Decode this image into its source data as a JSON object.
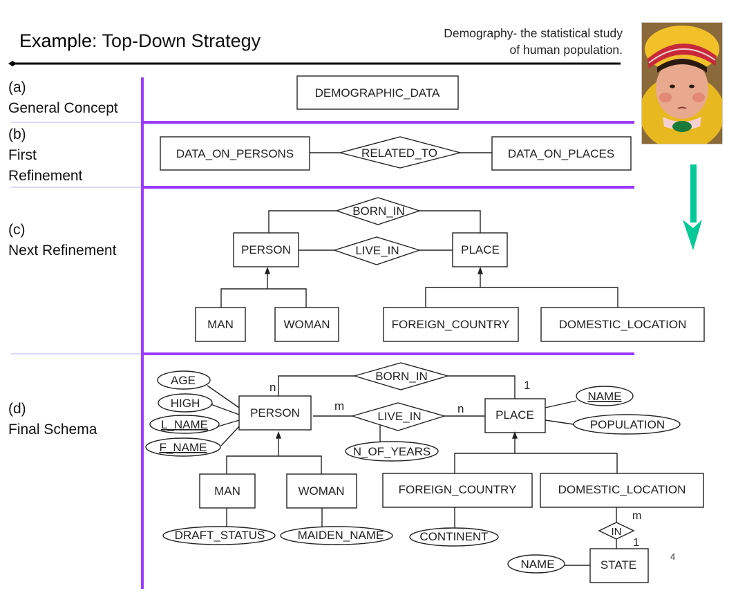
{
  "slide": {
    "title_bold": "Example",
    "title_rest": ": Top-Down Strategy",
    "definition_line1": "Demography-  the statistical study",
    "definition_line2": "of human population.",
    "page_number": "4",
    "photo_alt": "photo of a baby in a yellow hooded jacket with a red-striped cap"
  },
  "colors": {
    "stage_divider": "#9b3bff",
    "flow_arrow": "#00c896",
    "line": "#222222"
  },
  "stages": [
    {
      "tag": "(a)",
      "name": "General Concept"
    },
    {
      "tag": "(b)",
      "name_line1": "First",
      "name_line2": "Refinement"
    },
    {
      "tag": "(c)",
      "name": "Next Refinement"
    },
    {
      "tag": "(d)",
      "name": "Final Schema"
    }
  ],
  "stage_a": {
    "entity": "DEMOGRAPHIC_DATA"
  },
  "stage_b": {
    "entities": [
      "DATA_ON_PERSONS",
      "DATA_ON_PLACES"
    ],
    "relationship": "RELATED_TO"
  },
  "stage_c": {
    "entities": [
      "PERSON",
      "PLACE"
    ],
    "relationships": [
      "BORN_IN",
      "LIVE_IN"
    ],
    "subclasses_person": [
      "MAN",
      "WOMAN"
    ],
    "subclasses_place": [
      "FOREIGN_COUNTRY",
      "DOMESTIC_LOCATION"
    ]
  },
  "stage_d": {
    "entities": {
      "person": "PERSON",
      "place": "PLACE",
      "man": "MAN",
      "woman": "WOMAN",
      "foreign": "FOREIGN_COUNTRY",
      "domestic": "DOMESTIC_LOCATION",
      "state": "STATE"
    },
    "relationships": {
      "born_in": "BORN_IN",
      "live_in": "LIVE_IN",
      "in": "IN"
    },
    "person_attributes": [
      {
        "name": "AGE",
        "key": false
      },
      {
        "name": "HIGH",
        "key": false
      },
      {
        "name": "L_NAME",
        "key": true
      },
      {
        "name": "F_NAME",
        "key": true
      }
    ],
    "place_attributes": [
      {
        "name": "NAME",
        "key": true
      },
      {
        "name": "POPULATION",
        "key": false
      }
    ],
    "live_in_attribute": "N_OF_YEARS",
    "man_attribute": "DRAFT_STATUS",
    "woman_attribute": "MAIDEN_NAME",
    "foreign_attribute": "CONTINENT",
    "state_attribute": "NAME",
    "cardinalities": {
      "born_person": "n",
      "born_place": "1",
      "live_person": "m",
      "live_place": "n",
      "in_domestic": "m",
      "in_state": "1"
    }
  }
}
